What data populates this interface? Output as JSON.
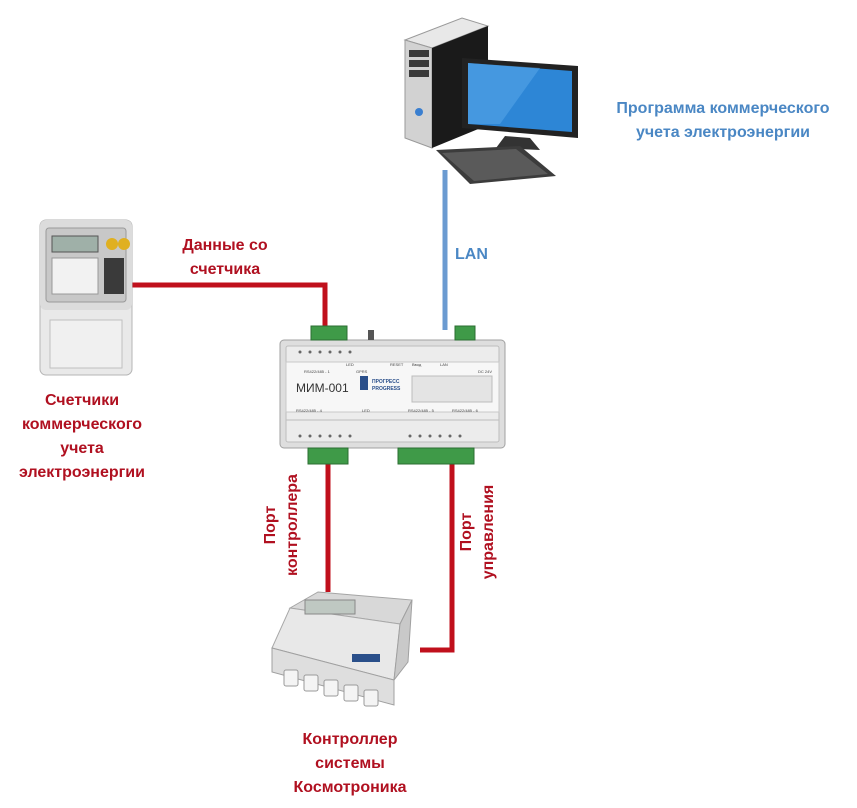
{
  "labels": {
    "pc_program": [
      "Программа коммерческого",
      "учета электроэнергии"
    ],
    "lan": "LAN",
    "meter_data": [
      "Данные со",
      "счетчика"
    ],
    "meters": [
      "Счетчики",
      "коммерческого",
      "учета",
      "электроэнергии"
    ],
    "controller_port": [
      "Порт",
      "контроллера"
    ],
    "control_port": [
      "Порт",
      "управления"
    ],
    "controller": [
      "Контроллер",
      "системы",
      "Космотроника"
    ]
  },
  "device": {
    "model": "МИМ-001",
    "brand": [
      "ПРОГРЕСС",
      "PROGRESS"
    ],
    "top_labels": [
      "RS422/485 - 1",
      "LED",
      "GPRS",
      "RESET",
      "Ввод",
      "LAN",
      "DC 24V"
    ],
    "bottom_labels": [
      "RS422/485 - 4",
      "LED",
      "RS422/485 - 5",
      "RS422/485 - 6"
    ]
  },
  "colors": {
    "red_line": "#c0101c",
    "lan_line": "#6b9bd1",
    "red_text": "#b01020",
    "blue_text": "#4a87c4",
    "terminal_green": "#3f9a48"
  }
}
